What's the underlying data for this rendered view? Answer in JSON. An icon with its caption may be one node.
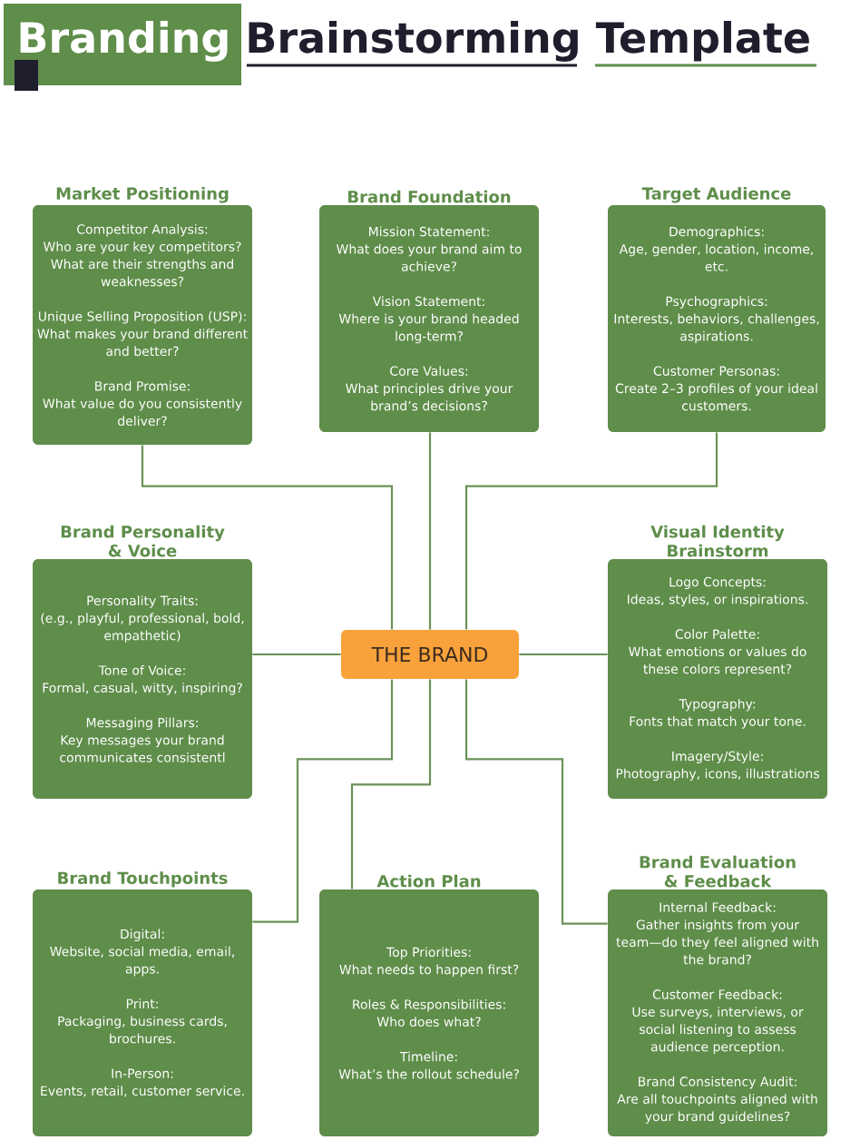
{
  "diagram": {
    "title": "Branding Brainstorming Template",
    "nodes": [
      {
        "text": [
          "Market Positioning",
          "Competitor Analysis:",
          "Who are your key competitors? What are their strengths and weaknesses?",
          "Unique Selling Proposition (USP):",
          "What makes your brand different and better?",
          "Brand Promise:",
          "What value do you consistently deliver?"
        ]
      },
      {
        "text": [
          "Brand Foundation",
          "Mission Statement:",
          "What does your brand aim to achieve?",
          "Vision Statement:",
          "Where is your brand headed long-term?",
          "Core Values:",
          "What principles drive your brand’s decisions?"
        ]
      },
      {
        "text": [
          "Target Audience",
          "Demographics:",
          "Age, gender, location, income, etc.",
          "Psychographics:",
          "Interests, behaviors, challenges, aspirations.",
          "Customer Personas:",
          "Create 2–3 profiles of your ideal customers."
        ]
      },
      {
        "text": [
          "Brand Personality & Voice",
          "Personality Traits:",
          "(e.g., playful, professional, bold, empathetic)",
          "Tone of Voice:",
          "Formal, casual, witty, inspiring?",
          "Messaging Pillars:",
          "Key messages your brand communicates consistentl"
        ]
      },
      {
        "text": [
          "THE BRAND"
        ]
      },
      {
        "text": [
          "Visual Identity Brainstorm",
          "Logo Concepts:",
          "Ideas, styles, or inspirations.",
          "Color Palette:",
          "What emotions or values do these colors represent?",
          "Typography:",
          "Fonts that match your tone.",
          "Imagery/Style:",
          "Photography, icons, illustrations"
        ]
      },
      {
        "text": [
          "Brand Touchpoints",
          "Digital:",
          "Website, social media, email, apps.",
          "Print:",
          "Packaging, business cards, brochures.",
          "In-Person:",
          "Events, retail, customer service."
        ]
      },
      {
        "text": [
          "Action Plan",
          "Top Priorities:",
          "What needs to happen first?",
          "Roles & Responsibilities:",
          "Who does what?",
          "Timeline:",
          "What’s the rollout schedule?"
        ]
      },
      {
        "text": [
          "Brand Evaluation & Feedback",
          "Internal Feedback:",
          "Gather insights from your team—do they feel aligned with the brand?",
          "Customer Feedback:",
          "Use surveys, interviews, or social listening to assess audience perception.",
          "Brand Consistency Audit:",
          "Are all touchpoints aligned with your brand guidelines?"
        ]
      }
    ],
    "edges": [
      {
        "from": 4,
        "to": 0,
        "arrow": "none"
      },
      {
        "from": 4,
        "to": 1,
        "arrow": "none"
      },
      {
        "from": 4,
        "to": 2,
        "arrow": "none"
      },
      {
        "from": 4,
        "to": 3,
        "arrow": "none"
      },
      {
        "from": 4,
        "to": 5,
        "arrow": "none"
      },
      {
        "from": 4,
        "to": 6,
        "arrow": "none"
      },
      {
        "from": 4,
        "to": 7,
        "arrow": "none"
      },
      {
        "from": 4,
        "to": 8,
        "arrow": "none"
      }
    ]
  }
}
